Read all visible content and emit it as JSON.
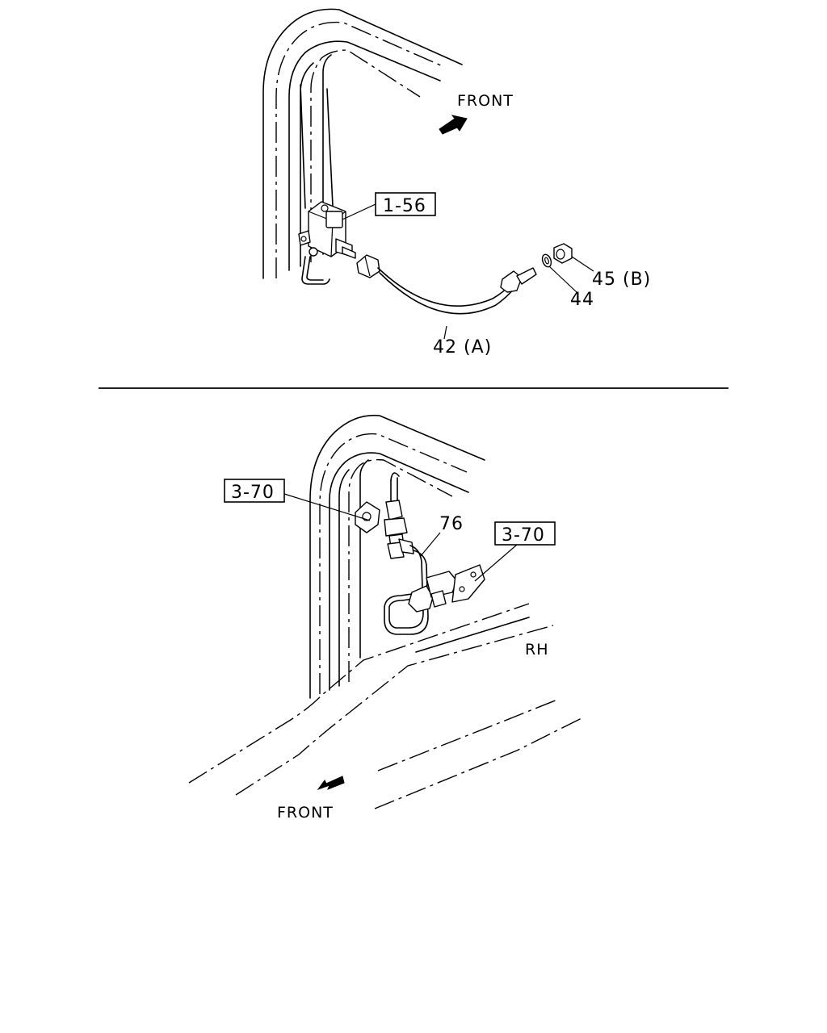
{
  "top_view": {
    "direction_label": "FRONT",
    "ref_box": "1-56",
    "callouts": {
      "hose": "42 (A)",
      "washer": "44",
      "nut": "45 (B)"
    }
  },
  "bottom_view": {
    "direction_label": "FRONT",
    "side_label": "RH",
    "ref_box_left": "3-70",
    "ref_box_right": "3-70",
    "callouts": {
      "pipe": "76"
    }
  }
}
